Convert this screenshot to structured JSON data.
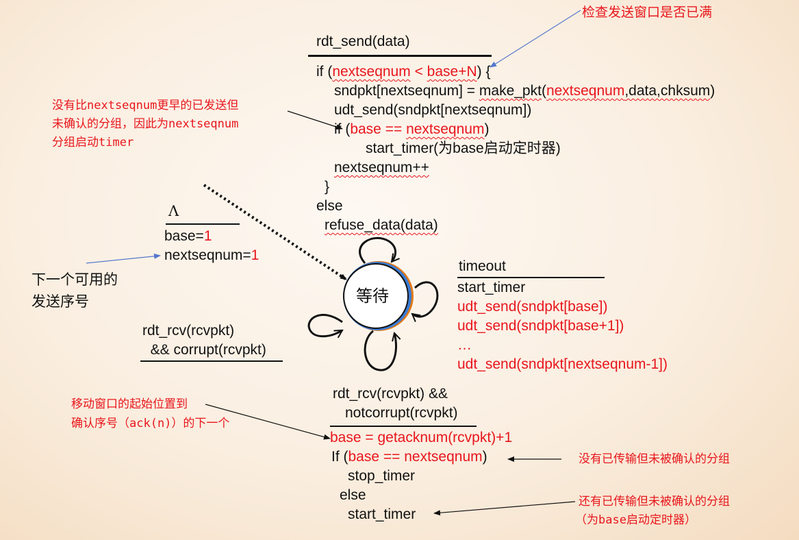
{
  "notes": {
    "window_check": "检查发送窗口是否已满",
    "timer_start_1": "没有比nextseqnum更早的已发送但",
    "timer_start_2": "未确认的分组，因此为nextseqnum",
    "timer_start_3": "分组启动timer",
    "next_seq_1": "下一个可用的",
    "next_seq_2": "发送序号",
    "move_window_1": "移动窗口的起始位置到",
    "move_window_2": "确认序号（ack(n)）的下一个",
    "none_outstanding": "没有已传输但未被确认的分组",
    "some_outstanding_1": "还有已传输但未被确认的分组",
    "some_outstanding_2": "（为base启动定时器）"
  },
  "send_block": {
    "event": "rdt_send(data)",
    "if_kw": "if (",
    "cond_a": "nextseqnum",
    "cond_op": " < ",
    "cond_b": "base+N",
    "if_close": ") {",
    "l2a": "sndpkt[nextseqnum] = ",
    "l2b": "make_pkt",
    "l2c": "(",
    "l2d": "nextseqnum",
    "l2e": ",data,chksum",
    "l2f": ")",
    "l3": "udt_send(sndpkt[nextseqnum])",
    "l4a": "if (",
    "l4b": "base == ",
    "l4c": "nextseqnum",
    "l4d": ")",
    "l5": "start_timer(为base启动定时器)",
    "l6": "nextseqnum++",
    "l7": "}",
    "l8": "else",
    "l9": "refuse_data(data)"
  },
  "init_block": {
    "lambda": "Λ",
    "base_label": "base=",
    "base_value": "1",
    "next_label": "nextseqnum=",
    "next_value": "1"
  },
  "state": {
    "label": "等待"
  },
  "timeout_block": {
    "event": "timeout",
    "l1": "start_timer",
    "l2": "udt_send(sndpkt[base])",
    "l3": "udt_send(sndpkt[base+1])",
    "l4": "…",
    "l5": "udt_send(sndpkt[nextseqnum-1])"
  },
  "corrupt_block": {
    "l1": "rdt_rcv(rcvpkt)",
    "l2": "  && corrupt(rcvpkt)"
  },
  "rcv_block": {
    "event1": "rdt_rcv(rcvpkt) &&",
    "event2": "notcorrupt(rcvpkt)",
    "l1": "base = getacknum(rcvpkt)+1",
    "l2a": "If (",
    "l2b": "base == nextseqnum",
    "l2c": ")",
    "l3": "stop_timer",
    "l4": "else",
    "l5": "start_timer"
  },
  "colors": {
    "red": "#e8161c",
    "arrow_blue": "#5577cc",
    "state_ring_blue": "#3a7bd5",
    "state_ring_orange": "#e07a1a"
  }
}
